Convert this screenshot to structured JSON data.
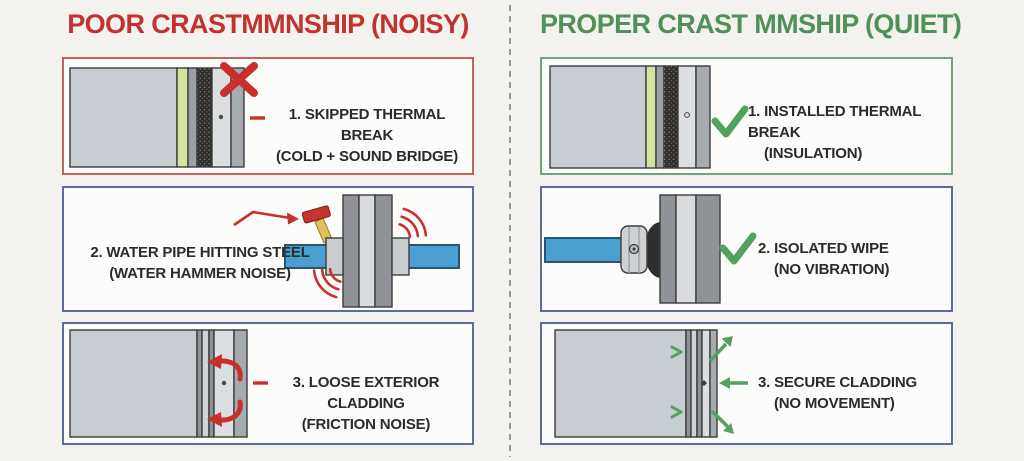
{
  "colors": {
    "page_bg": "#f3f2ef",
    "panel_bg": "#fcfcfa",
    "title_red": "#c2332f",
    "title_green": "#4f9158",
    "border_red": "#c4625e",
    "border_blue": "#5d6d9a",
    "border_green": "#74a27a",
    "accent_red": "#c9302b",
    "accent_green": "#55a05e",
    "pipe_blue": "#4b9fd0",
    "text": "#2b2b2b"
  },
  "left_column": {
    "title": "POOR CRASTMMNSHIP (NOISY)",
    "panels": [
      {
        "line1": "1. SKIPPED THERMAL BREAK",
        "line2": "(COLD + SOUND BRIDGE)",
        "icon": "red-x-mark"
      },
      {
        "line1": "2. WATER PIPE HITTING STEEL",
        "line2": "(WATER HAMMER NOISE)",
        "icon": "hammer-and-sound-waves"
      },
      {
        "line1": "3. LOOSE EXTERIOR CLADDING",
        "line2": "(FRICTION NOISE)",
        "icon": "friction-arrows"
      }
    ]
  },
  "right_column": {
    "title": "PROPER CRAST MMSHIP (QUIET)",
    "panels": [
      {
        "line1": "1. INSTALLED THERMAL BREAK",
        "line2": "(INSULATION)",
        "icon": "green-check"
      },
      {
        "line1": "2. ISOLATED WIPE",
        "line2": "(NO VIBRATION)",
        "icon": "green-check"
      },
      {
        "line1": "3. SECURE CLADDING",
        "line2": "(NO MOVEMENT)",
        "icon": "secure-arrows"
      }
    ]
  }
}
